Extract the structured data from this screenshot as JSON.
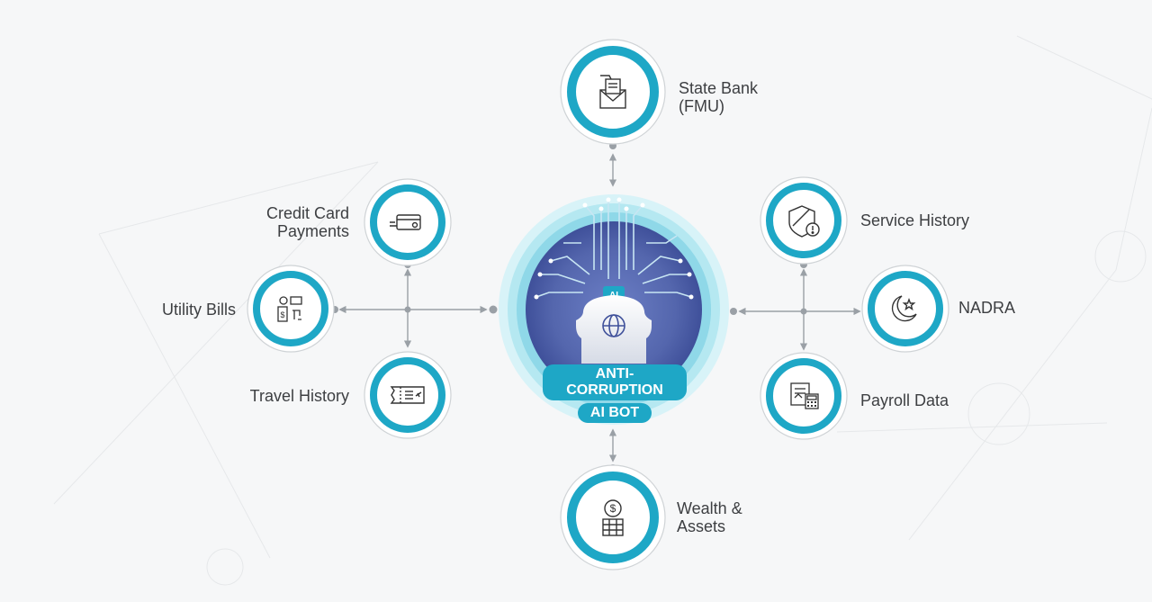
{
  "center": {
    "title_line1": "ANTI-CORRUPTION",
    "title_line2": "AI BOT",
    "chip_label": "AI"
  },
  "nodes": [
    {
      "id": "state-bank",
      "label_lines": [
        "State Bank",
        "(FMU)"
      ],
      "icon": "envelope-document-icon"
    },
    {
      "id": "credit-card",
      "label_lines": [
        "Credit Card",
        "Payments"
      ],
      "icon": "credit-card-icon"
    },
    {
      "id": "utility-bills",
      "label_lines": [
        "Utility Bills"
      ],
      "icon": "utility-bills-icon"
    },
    {
      "id": "travel-history",
      "label_lines": [
        "Travel History"
      ],
      "icon": "plane-ticket-icon"
    },
    {
      "id": "wealth-assets",
      "label_lines": [
        "Wealth &",
        "Assets"
      ],
      "icon": "coin-stack-icon"
    },
    {
      "id": "service-history",
      "label_lines": [
        "Service History"
      ],
      "icon": "shield-alert-icon"
    },
    {
      "id": "nadra",
      "label_lines": [
        "NADRA"
      ],
      "icon": "crescent-star-icon"
    },
    {
      "id": "payroll-data",
      "label_lines": [
        "Payroll Data"
      ],
      "icon": "payroll-calculator-icon"
    }
  ],
  "colors": {
    "accent": "#1ea7c6",
    "ring_outer": "#cfd3d6",
    "connector": "#9aa0a6",
    "center_dark": "#5b6fb2",
    "label": "#3d3f42"
  }
}
